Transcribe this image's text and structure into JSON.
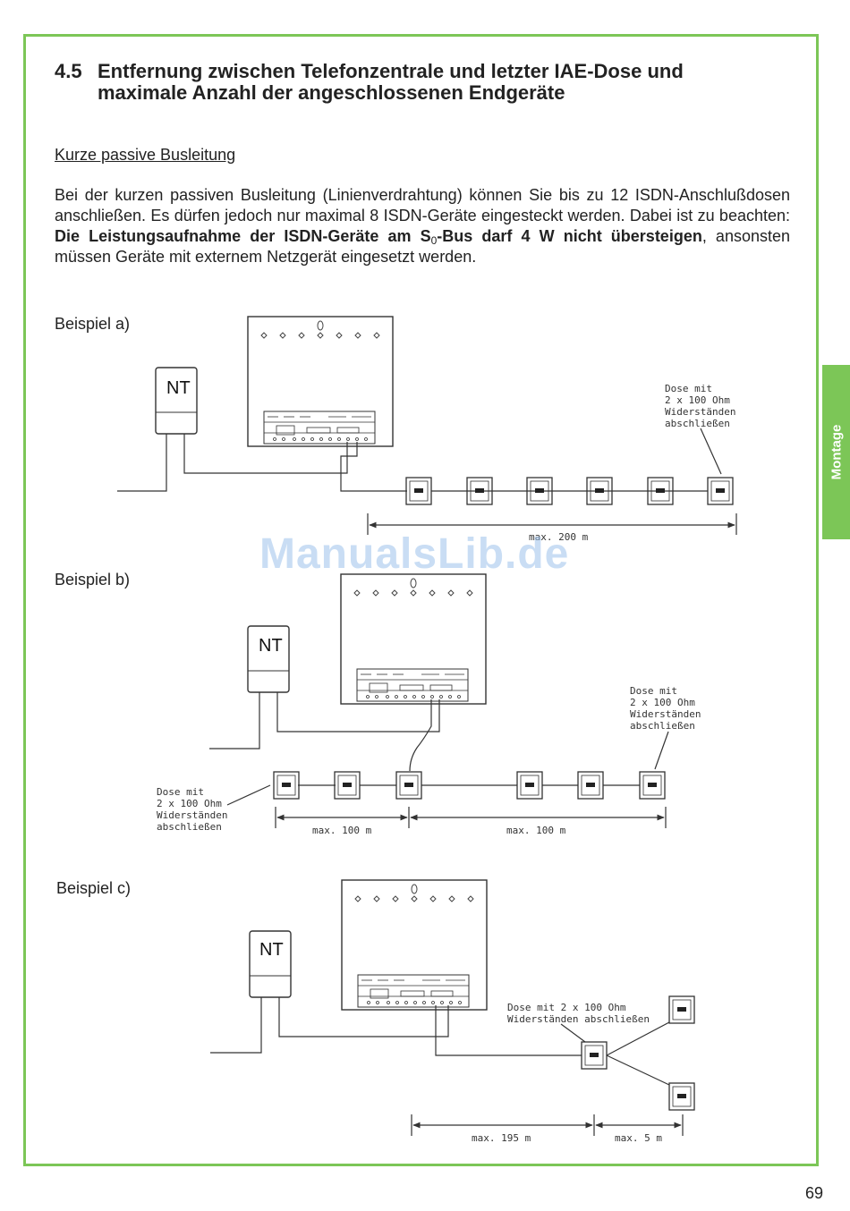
{
  "heading": {
    "number": "4.5",
    "line1": "Entfernung zwischen Telefonzentrale und letzter IAE-Dose und",
    "line2": "maximale Anzahl der angeschlossenen Endgeräte"
  },
  "subheading": "Kurze passive Busleitung",
  "paragraph": {
    "part1": "Bei der kurzen passiven Busleitung (Linienverdrahtung) können Sie bis zu 12 ISDN-Anschlußdosen anschließen. Es dürfen jedoch nur maximal 8 ISDN-Geräte eingesteckt werden. Dabei ist zu beachten: ",
    "bold1": "Die Leistungsaufnahme der ISDN-Geräte am S",
    "sub": "0",
    "bold2": "-Bus darf 4 W nicht übersteigen",
    "part2": ", ansonsten müssen Geräte mit externem Netzgerät eingesetzt werden."
  },
  "examples": {
    "a": {
      "label": "Beispiel a)",
      "nt": "NT",
      "note": [
        "Dose mit",
        "2 x 100 Ohm",
        "Widerständen",
        "abschließen"
      ],
      "dim": "max. 200 m"
    },
    "b": {
      "label": "Beispiel b)",
      "nt": "NT",
      "note_right": [
        "Dose mit",
        "2 x 100 Ohm",
        "Widerständen",
        "abschließen"
      ],
      "note_left": [
        "Dose mit",
        "2 x 100 Ohm",
        "Widerständen",
        "abschließen"
      ],
      "dim1": "max. 100 m",
      "dim2": "max. 100 m"
    },
    "c": {
      "label": "Beispiel c)",
      "nt": "NT",
      "note": [
        "Dose mit 2 x 100 Ohm",
        "Widerständen abschließen"
      ],
      "dim1": "max. 195 m",
      "dim2": "max. 5 m"
    }
  },
  "side_tab": "Montage",
  "watermark": "ManualsLib.de",
  "page_number": "69",
  "colors": {
    "accent": "#7cc657",
    "watermark": "#9dc3ec"
  }
}
